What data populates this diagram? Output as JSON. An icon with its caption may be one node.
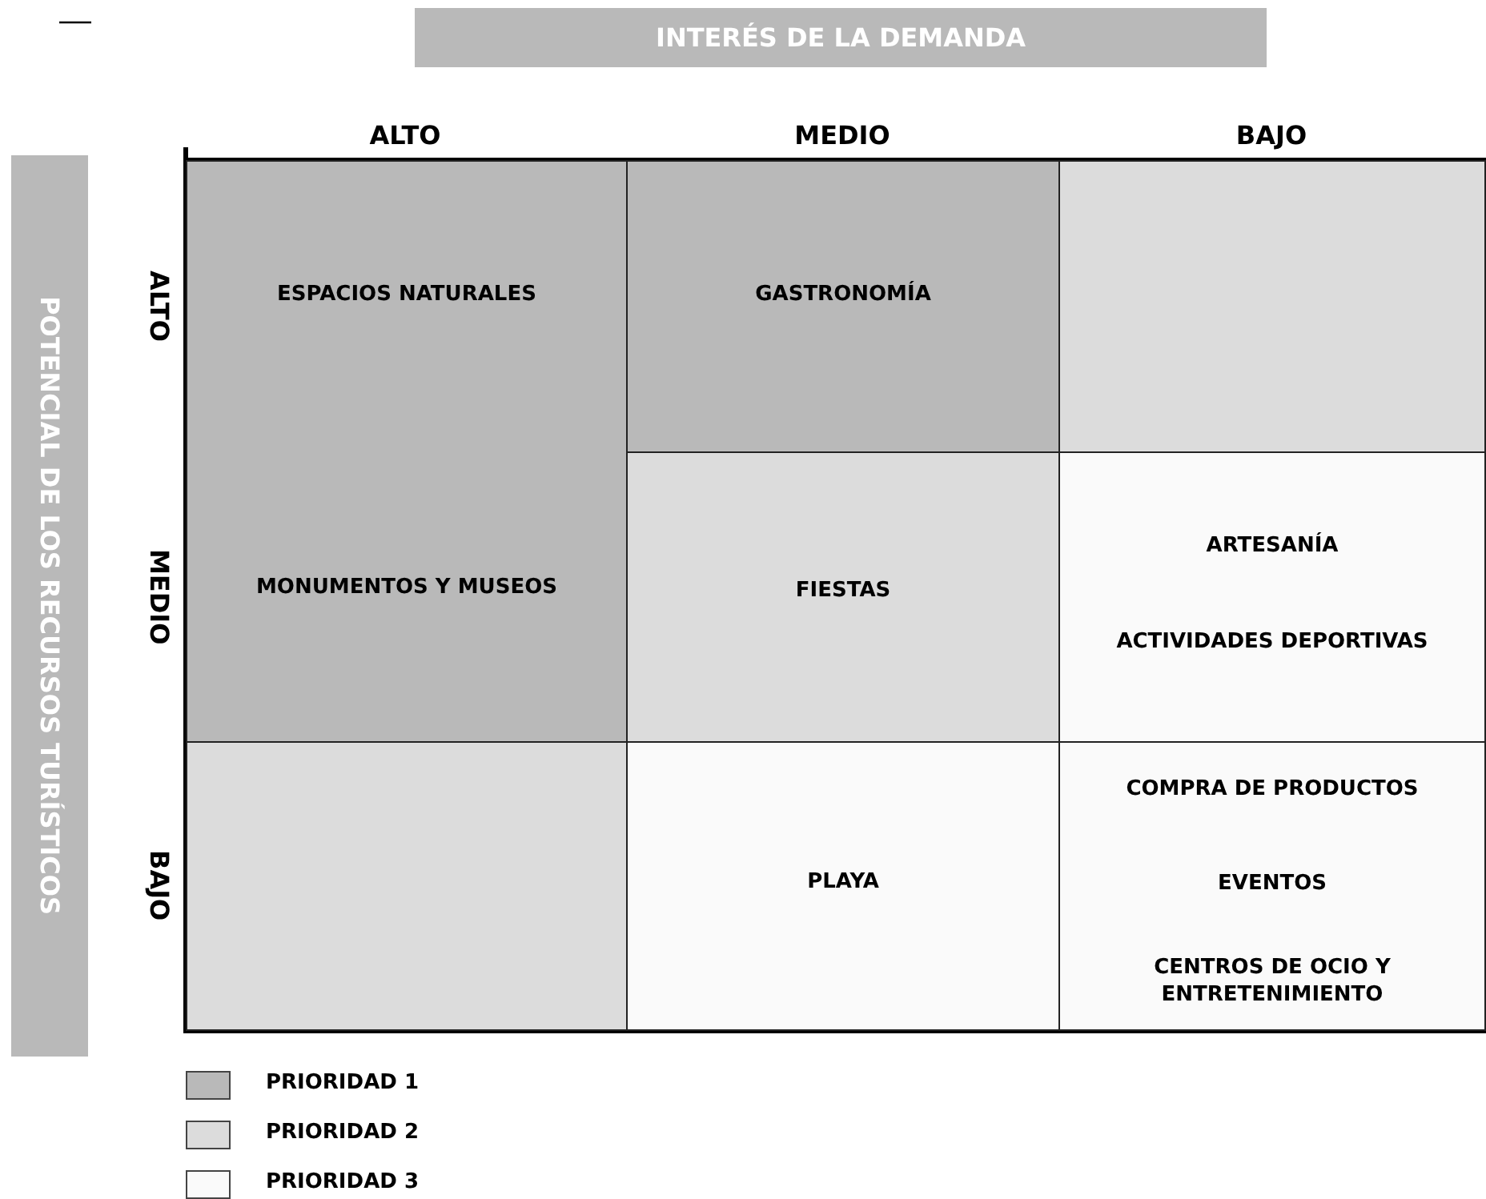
{
  "diagram": {
    "nodes": [
      {
        "text": [
          "INTERÉS DE LA DEMANDA"
        ]
      },
      {
        "text": [
          "POTENCIAL DE LOS RECURSOS TURÍSTICOS"
        ]
      },
      {
        "text": [
          "ESPACIOS NATURALES",
          "MONUMENTOS Y MUSEOS"
        ]
      },
      {
        "text": [
          "GASTRONOMÍA"
        ]
      },
      {
        "text": [],
        "shape": "box"
      },
      {
        "text": [
          "FIESTAS"
        ]
      },
      {
        "text": [
          "ARTESANÍA",
          "ACTIVIDADES DEPORTIVAS"
        ]
      },
      {
        "text": [],
        "shape": "box"
      },
      {
        "text": [
          "PLAYA"
        ]
      },
      {
        "text": [
          "COMPRA DE PRODUCTOS",
          "EVENTOS",
          "CENTROS DE OCIO Y ENTRETENIMIENTO"
        ]
      }
    ],
    "labels": [
      "ALTO",
      "MEDIO",
      "BAJO",
      "ALTO",
      "MEDIO",
      "BAJO"
    ],
    "legend": [
      {
        "text": "PRIORIDAD 1",
        "color": "#b9b9b9"
      },
      {
        "text": "PRIORIDAD 2",
        "color": "#dcdcdc"
      },
      {
        "text": "PRIORIDAD 3",
        "color": "#fafafa"
      }
    ]
  }
}
